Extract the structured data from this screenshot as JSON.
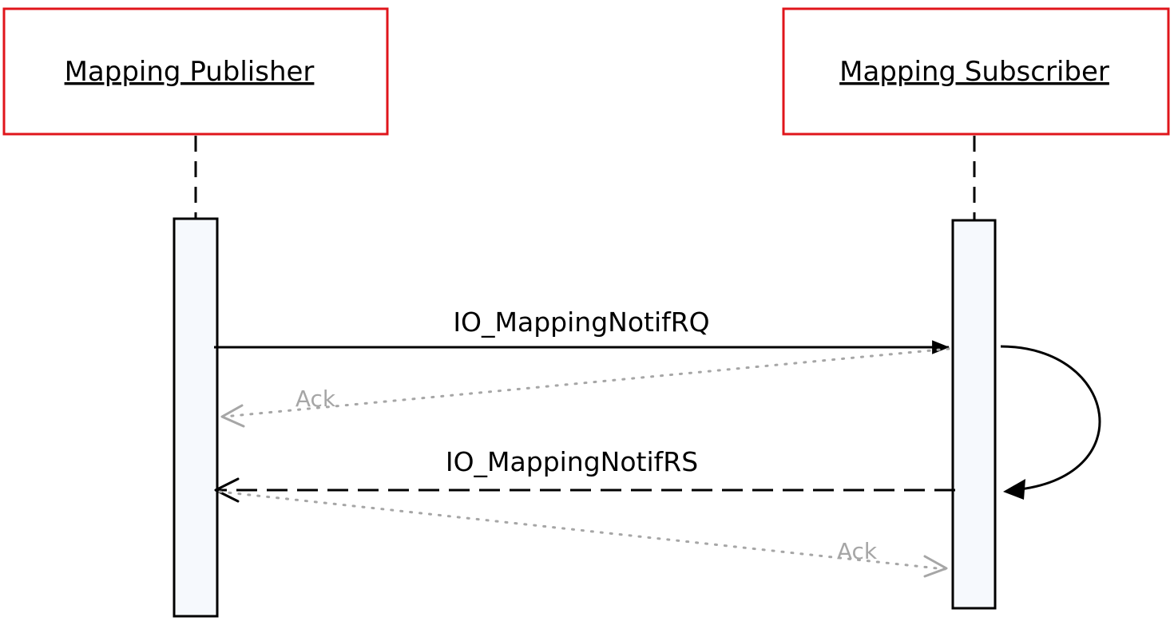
{
  "participants": {
    "publisher": {
      "label": "Mapping Publisher"
    },
    "subscriber": {
      "label": "Mapping Subscriber"
    }
  },
  "messages": {
    "request": {
      "label": "IO_MappingNotifRQ"
    },
    "request_ack": {
      "label": "Ack"
    },
    "response": {
      "label": "IO_MappingNotifRS"
    },
    "response_ack": {
      "label": "Ack"
    }
  },
  "colors": {
    "participant_border": "#e0151b",
    "line": "#000000",
    "ack": "#a6a6a6",
    "activation_fill": "#f6f9fd"
  }
}
